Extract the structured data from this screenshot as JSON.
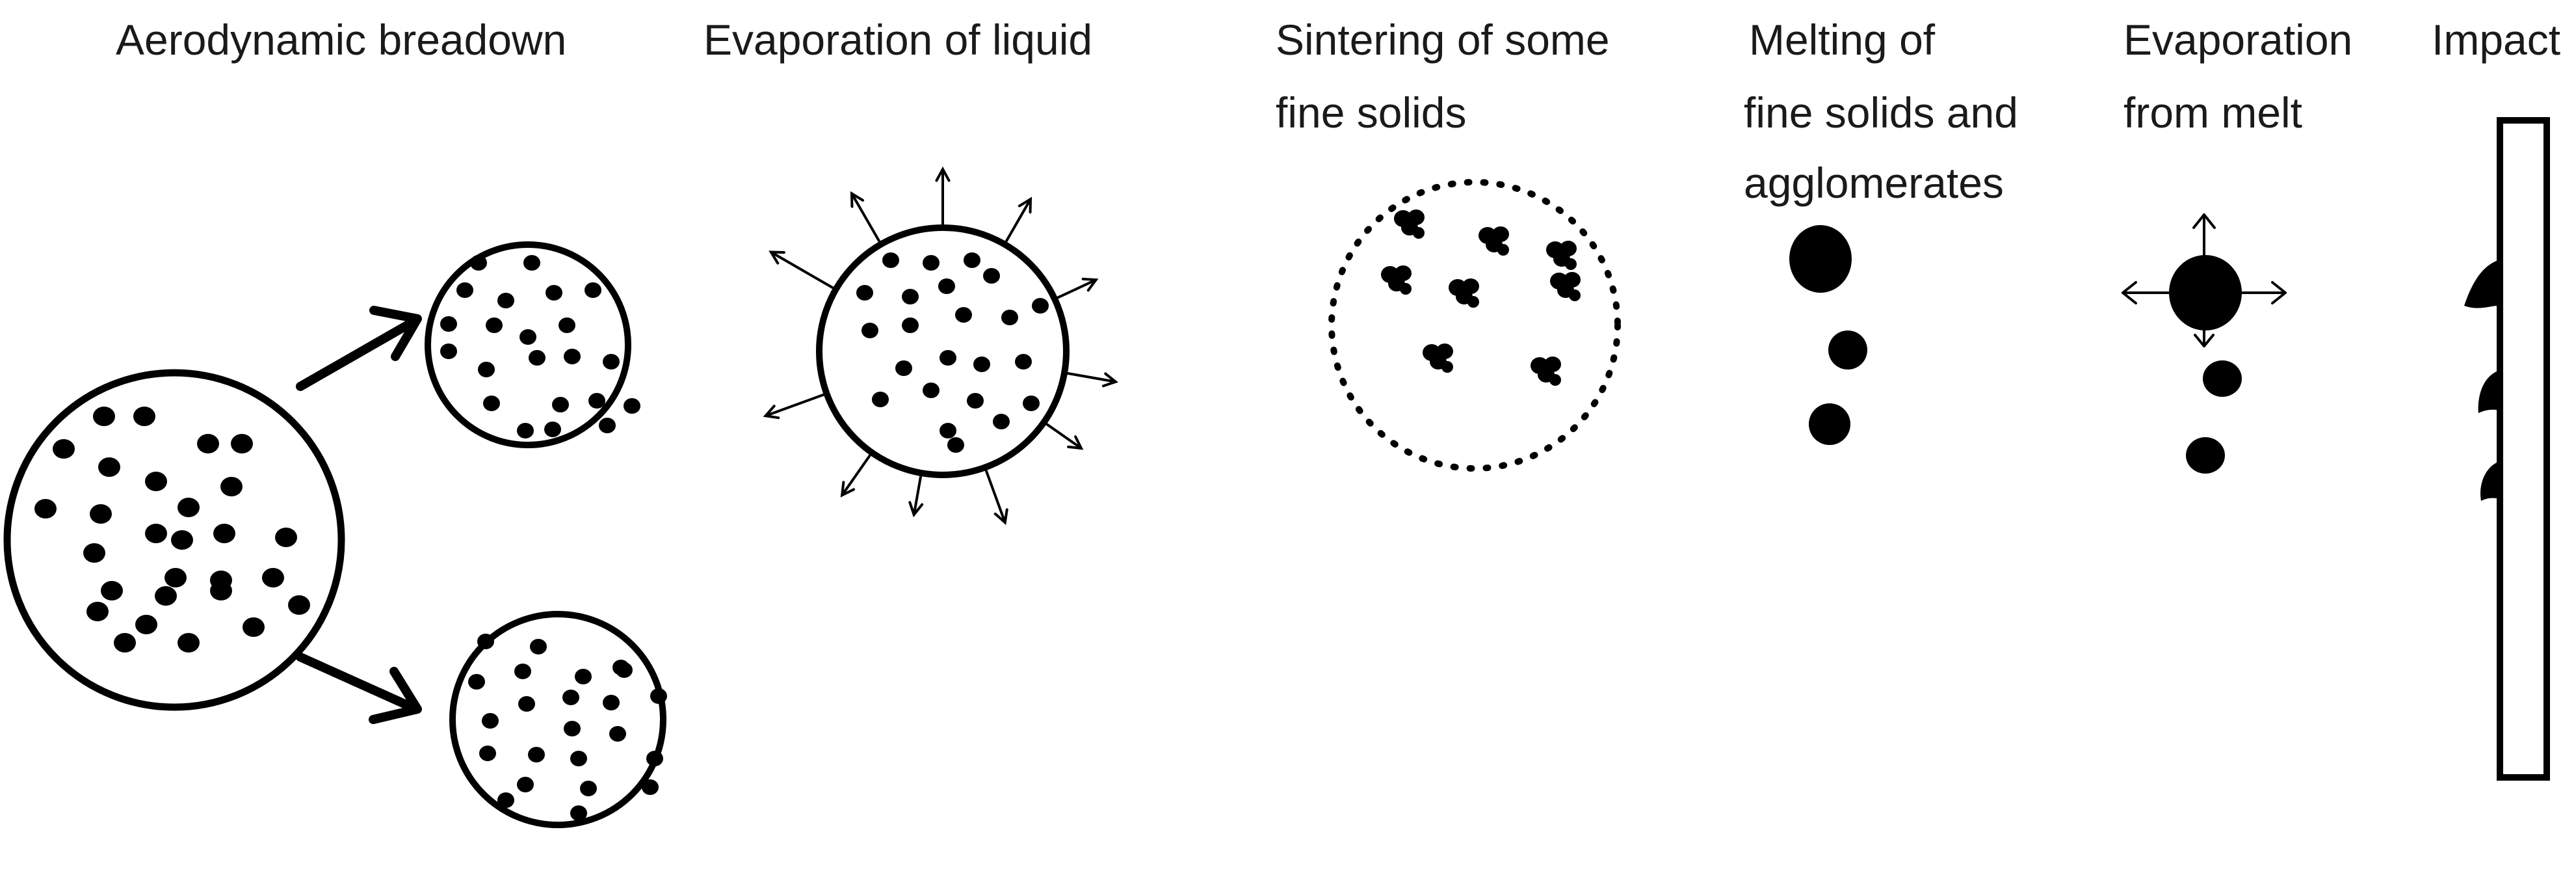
{
  "stages": [
    {
      "id": "aerodynamic",
      "label": "Aerodynamic breadown"
    },
    {
      "id": "evaporation-liquid",
      "label": "Evaporation of liquid"
    },
    {
      "id": "sintering",
      "label_lines": [
        "Sintering of some",
        "fine solids"
      ]
    },
    {
      "id": "melting",
      "label_lines": [
        "Melting of",
        "fine solids and",
        "agglomerates"
      ]
    },
    {
      "id": "evaporation-melt",
      "label_lines": [
        "Evaporation",
        "from melt"
      ]
    },
    {
      "id": "impact",
      "label": "Impact"
    }
  ],
  "colors": {
    "ink": "#000000",
    "background": "#ffffff",
    "text": "#1a1a1a"
  }
}
